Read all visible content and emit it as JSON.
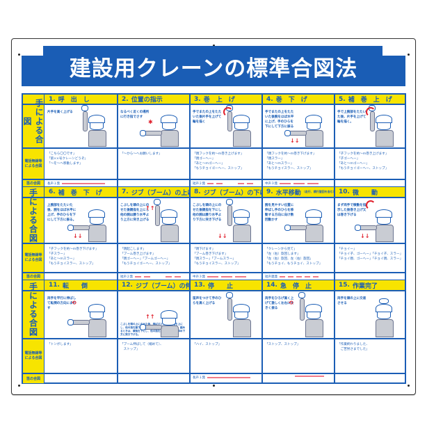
{
  "title": "建設用クレーンの標準合図法",
  "colors": {
    "brand_blue": "#1a5db5",
    "header_yellow": "#f7e400",
    "horn_red": "#f07a88",
    "arrow_red": "#e0202c",
    "figure_gray": "#c9ccd3"
  },
  "row_labels": {
    "hand": "手による合図",
    "radio": "電話無線等による合図",
    "horn": "笛の合図"
  },
  "signals": [
    {
      "no": "1.",
      "name": "呼　出　し",
      "description": "片手を高く上げる",
      "radio": [
        "「こちら〇〇です」",
        "「第××号クレーンどうぞ」",
        "「～を～へ移動します」"
      ],
      "horn": {
        "label": "長声１発",
        "pattern": "long1"
      },
      "icon": "raise-hand-call-icon"
    },
    {
      "no": "2.",
      "name": "位置の指示",
      "description": "なるべく近くの場所に行き指でさす",
      "radio": [
        "「～から～へお願いします」"
      ],
      "horn": {
        "label": "",
        "pattern": "none"
      },
      "icon": "point-position-icon"
    },
    {
      "no": "3.",
      "name": "巻　上　げ",
      "description": "手でまたの上をたたいた後片手を上げて輪を描く",
      "radio": [
        "「親フックを約～m巻き上げます」",
        "「親ゴーへー」",
        "「あと～mゴーへー」",
        "「もうチョイゴーへー、ストップ」"
      ],
      "horn": {
        "label": "短声２発",
        "pattern": "short2"
      },
      "icon": "hoist-up-icon"
    },
    {
      "no": "4.",
      "name": "巻　下　げ",
      "description": "手でまたの上をたたいた後腕をほぼ水平に上げ、手のひらを下にして下方に振る",
      "radio": [
        "「親フックを約～m巻き下げます」",
        "「親スラー」",
        "「あと～mスラー」",
        "「もうチョイスラー、ストップ」"
      ],
      "horn": {
        "label": "中声３発",
        "pattern": "mid3"
      },
      "icon": "hoist-down-icon"
    },
    {
      "no": "5.",
      "name": "補　巻　上　げ",
      "description": "手で上腕部をたたいた後、片手を上げて輪を描く。",
      "radio": [
        "「子フックを約～m巻き上げます」",
        "「子ゴーへー」",
        "「あと～mゴーへー」",
        "「もうチョイゴーへー、ストップ」"
      ],
      "horn": {
        "label": "",
        "pattern": "none"
      },
      "icon": "aux-hoist-up-icon"
    },
    {
      "no": "6.",
      "name": "補　巻　下　げ",
      "description": "上腕部をたたいた後、腕をほぼ水平に上げ、手のひらを下にして下方に振る。",
      "radio": [
        "「子フックを約～m巻き下げます」",
        "「子スラー」",
        "「あと～mスラー」",
        "「もうチョイスラー、ストップ」"
      ],
      "horn": {
        "label": "",
        "pattern": "none"
      },
      "icon": "aux-hoist-down-icon"
    },
    {
      "no": "7.",
      "name": "ジブ（ブーム）の上げ",
      "description": "こぶしを頭の上にのせた後親指を上にし他の腕は腰り水平より上方に突き上げる",
      "radio": [
        "「親起こします」",
        "「ブーム巻き上げます」",
        "「親ゴーへー」「ブームゴーへー」",
        "「もうチョイゴーへー、ストップ」"
      ],
      "horn": {
        "label": "短声２発",
        "pattern": "short2"
      },
      "icon": "jib-up-icon"
    },
    {
      "no": "8.",
      "name": "ジブ（ブーム）の下げ",
      "description": "こぶしを頭の上にのせた後親指を下にし他の腕は腰り水平より下方に突き下げる",
      "radio": [
        "「親下げます」",
        "「ブーム巻き下げます」",
        "「親スラー」「ブームスラー」",
        "「もうチョイスラー、ストップ」"
      ],
      "horn": {
        "label": "中声３発",
        "pattern": "mid3"
      },
      "icon": "jib-down-icon"
    },
    {
      "no": "9.",
      "name": "水平移動",
      "name_note": "（走行、横行旋回を含む）",
      "description": "腕を見やすい位置に伸ばし手のひらを移動する方向に向け数回動かす",
      "radio": [
        "「クレーンから見て」",
        "「左（右）旋回します」",
        "「左（右）旋回、左（右）旋回」",
        "「もうチョイ、もうチョイ、ストップ」"
      ],
      "horn": {
        "label": "短声連発",
        "pattern": "shortN"
      },
      "icon": "horizontal-move-icon"
    },
    {
      "no": "10.",
      "name": "微　　動",
      "description": "まず両手で微動を指示した後巻き上げ又は巻き下げる",
      "radio": [
        "「チョイー」",
        "「チョイ子、ゴーへー」「チョイ子、スラー」",
        "「チョイ親、ゴーへー」「チョイ親、スラー」"
      ],
      "horn": {
        "label": "",
        "pattern": "none"
      },
      "icon": "fine-move-icon"
    },
    {
      "no": "11.",
      "name": "転　　倒",
      "description": "両手を平行に伸ばして転倒の方向にまわす",
      "radio": [
        "「トンボします」"
      ],
      "horn": {
        "label": "",
        "pattern": "none"
      },
      "icon": "overturn-icon"
    },
    {
      "no": "12.",
      "name": "ジブ（ブーム）の伸縮",
      "description": "こぶしを頭の上にのせた後、伸ばすときは、親指を上にし、他の指を握り、水平より斜め上方に突き上げる。縮めるときは、親指を下にし、他の指を握り、水平より斜め下方に突き下げる。",
      "radio": [
        "「ブーム伸ばして（縮めて）、",
        "　ストップ」"
      ],
      "horn": {
        "label": "",
        "pattern": "none"
      },
      "icon": "jib-extend-icon"
    },
    {
      "no": "13.",
      "name": "停　　止",
      "description": "笛声をつけて手のひらを高く上げる",
      "radio": [
        "「ハイ、ストップ」"
      ],
      "horn": {
        "label": "長声１発",
        "pattern": "long1"
      },
      "icon": "stop-icon"
    },
    {
      "no": "14.",
      "name": "急　停　止",
      "description": "両手をひろげ高く上げて激しく左右に大きく振る",
      "radio": [
        "「ストップ、ストップ」"
      ],
      "horn": {
        "label": "",
        "pattern": "long1-right"
      },
      "icon": "emergency-stop-icon"
    },
    {
      "no": "15.",
      "name": "作業完了",
      "description": "両手を頭の上に交差させる",
      "radio": [
        "「作業終わりました、",
        "　ご苦労さまでした」"
      ],
      "horn": {
        "label": "",
        "pattern": "none"
      },
      "icon": "work-complete-icon"
    }
  ]
}
